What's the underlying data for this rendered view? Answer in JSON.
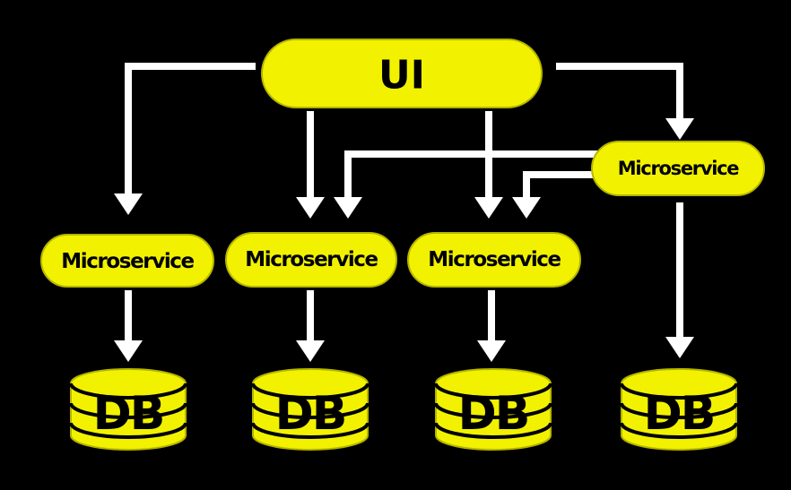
{
  "colors": {
    "node_fill": "#F2F200",
    "node_stroke": "#B5B500",
    "arrow": "#FFFFFF",
    "background": "#000000"
  },
  "nodes": {
    "ui": "UI",
    "microservices": [
      "Microservice",
      "Microservice",
      "Microservice",
      "Microservice"
    ],
    "databases": [
      "DB",
      "DB",
      "DB",
      "DB"
    ]
  }
}
